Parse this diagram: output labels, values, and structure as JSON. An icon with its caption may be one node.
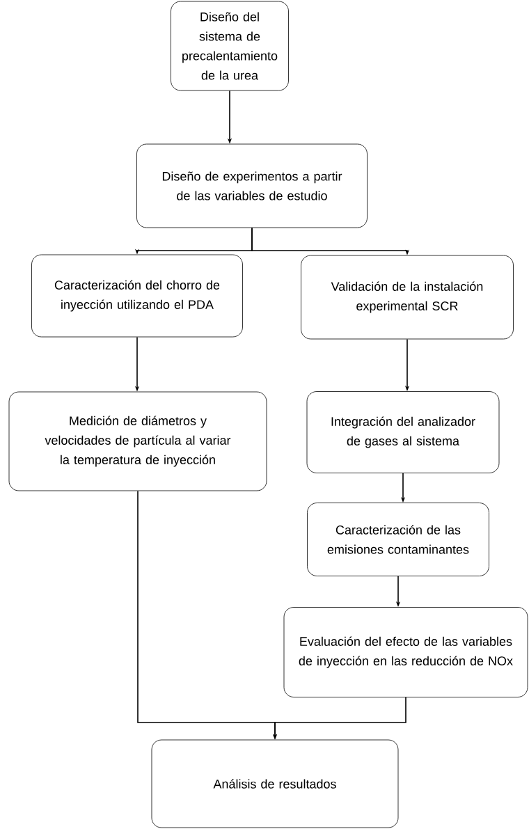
{
  "diagram": {
    "nodes": [
      {
        "text": [
          "Diseño del sistema de precalentamiento de la urea"
        ]
      },
      {
        "text": [
          "Diseño de experimentos a partir de las variables de estudio"
        ]
      },
      {
        "text": [
          "Caracterización del chorro de inyección utilizando el PDA"
        ]
      },
      {
        "text": [
          "Validación de la instalación experimental SCR"
        ]
      },
      {
        "text": [
          "Medición de diámetros y velocidades de partícula al variar la temperatura de inyección"
        ]
      },
      {
        "text": [
          "Integración del analizador de gases al sistema"
        ]
      },
      {
        "text": [
          "Caracterización de las emisiones contaminantes"
        ]
      },
      {
        "text": [
          "Evaluación del efecto de las variables de inyección en las reducción de NOx"
        ]
      },
      {
        "text": [
          "Análisis de resultados"
        ]
      }
    ],
    "edges": [
      {
        "from": 0,
        "to": 1,
        "arrow": "to"
      },
      {
        "from": 1,
        "to": 2,
        "arrow": "to"
      },
      {
        "from": 1,
        "to": 3,
        "arrow": "to"
      },
      {
        "from": 2,
        "to": 4,
        "arrow": "to"
      },
      {
        "from": 3,
        "to": 5,
        "arrow": "to"
      },
      {
        "from": 5,
        "to": 6,
        "arrow": "to"
      },
      {
        "from": 6,
        "to": 7,
        "arrow": "to"
      },
      {
        "from": 4,
        "to": 8,
        "arrow": "to"
      },
      {
        "from": 7,
        "to": 8,
        "arrow": "to"
      }
    ]
  }
}
